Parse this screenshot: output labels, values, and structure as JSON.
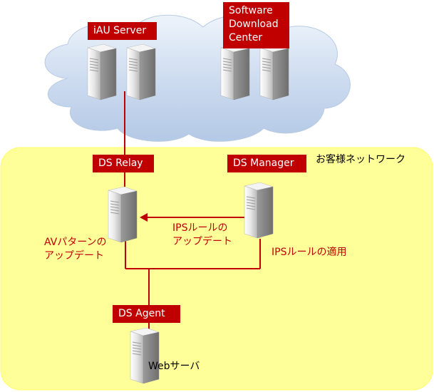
{
  "colors": {
    "accent": "#c00000",
    "network_fill": "#ffff99",
    "cloud_fill": "#c8d8ee"
  },
  "nodes": {
    "iau_server": "iAU Server",
    "software_download_center": [
      "Software",
      "Download",
      "Center"
    ],
    "ds_relay": "DS Relay",
    "ds_manager": "DS Manager",
    "ds_agent": "DS Agent",
    "web_server": "Webサーバ"
  },
  "network_label": "お客様ネットワーク",
  "annotations": {
    "av_pattern_update": [
      "AVパターンの",
      "アップデート"
    ],
    "ips_rule_update": [
      "IPSルールの",
      "アップデート"
    ],
    "ips_rule_apply": "IPSルールの適用"
  }
}
